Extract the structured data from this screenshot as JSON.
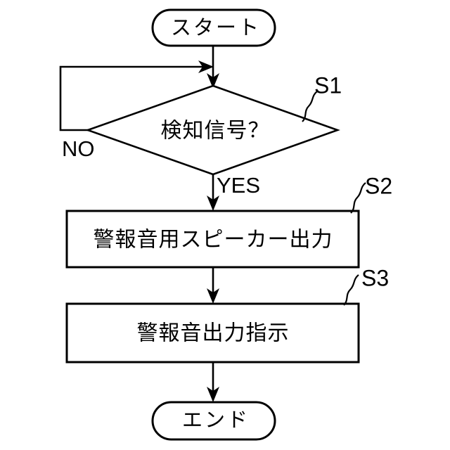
{
  "diagram": {
    "type": "flowchart",
    "orientation": "vertical",
    "background_color": "#ffffff",
    "line_color": "#000000",
    "nodes": {
      "start": {
        "shape": "terminator",
        "label": "スタート"
      },
      "decision": {
        "shape": "diamond",
        "label": "検知信号？",
        "reference": "S1"
      },
      "process_1": {
        "shape": "rectangle",
        "label": "警報音用スピーカー出力",
        "reference": "S2"
      },
      "process_2": {
        "shape": "rectangle",
        "label": "警報音出力指示",
        "reference": "S3"
      },
      "end": {
        "shape": "terminator",
        "label": "エンド"
      }
    },
    "edge_labels": {
      "no_branch": "NO",
      "yes_branch": "YES"
    }
  }
}
